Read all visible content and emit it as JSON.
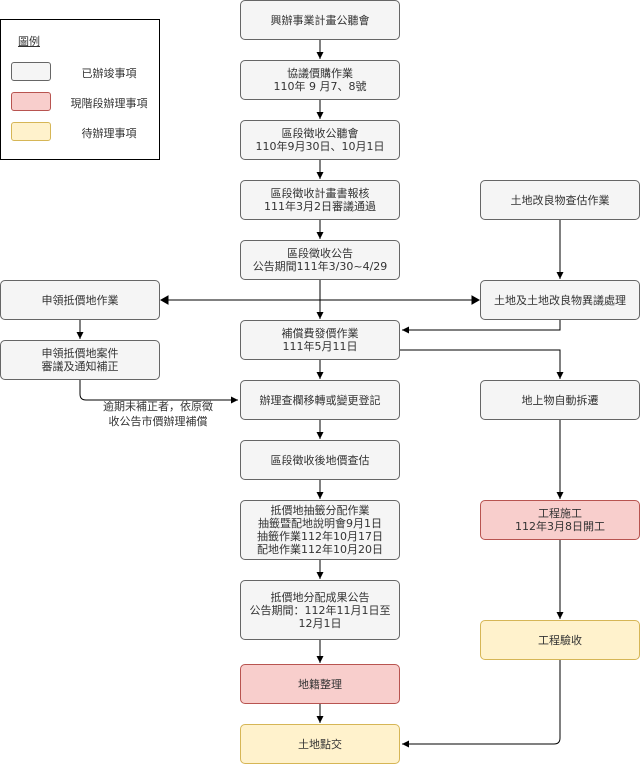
{
  "legend": {
    "title": "圖例",
    "items": [
      {
        "label": "已辦竣事項",
        "color": "#f5f5f5"
      },
      {
        "label": "現階段辦理事項",
        "color": "#f8cecc"
      },
      {
        "label": "待辦理事項",
        "color": "#fff2cc"
      }
    ]
  },
  "nodes": {
    "hearing": {
      "lines": [
        "興辦事業計畫公聽會"
      ],
      "status": "done"
    },
    "negotiation": {
      "lines": [
        "協議價購作業",
        "110年 9 月7、8號"
      ],
      "status": "done"
    },
    "public_hearing": {
      "lines": [
        "區段徵收公聽會",
        "110年9月30日、10月1日"
      ],
      "status": "done"
    },
    "plan_approval": {
      "lines": [
        "區段徵收計畫書報核",
        "111年3月2日審議通過"
      ],
      "status": "done"
    },
    "announcement": {
      "lines": [
        "區段徵收公告",
        "公告期間111年3/30~4/29"
      ],
      "status": "done"
    },
    "land_survey": {
      "lines": [
        "土地改良物查估作業"
      ],
      "status": "done"
    },
    "offset_apply": {
      "lines": [
        "申領抵價地作業"
      ],
      "status": "done"
    },
    "objection": {
      "lines": [
        "土地及土地改良物異議處理"
      ],
      "status": "done"
    },
    "compensation": {
      "lines": [
        "補償費發價作業",
        "111年5月11日"
      ],
      "status": "done"
    },
    "offset_review": {
      "lines": [
        "申領抵價地案件",
        "審議及通知補正"
      ],
      "status": "done"
    },
    "demolition": {
      "lines": [
        "地上物自動拆遷"
      ],
      "status": "done"
    },
    "registration": {
      "lines": [
        "辦理查欄移轉或變更登記"
      ],
      "status": "done"
    },
    "valuation": {
      "lines": [
        "區段徵收後地價查估"
      ],
      "status": "done"
    },
    "allocation": {
      "lines": [
        "抵價地抽籤分配作業",
        "抽籤暨配地說明會9月1日",
        "抽籤作業112年10月17日",
        "配地作業112年10月20日"
      ],
      "status": "done"
    },
    "construction": {
      "lines": [
        "工程施工",
        "112年3月8日開工"
      ],
      "status": "current"
    },
    "allocation_result": {
      "lines": [
        "抵價地分配成果公告",
        "公告期間：112年11月1日至",
        "12月1日"
      ],
      "status": "done"
    },
    "inspection": {
      "lines": [
        "工程驗收"
      ],
      "status": "todo"
    },
    "cadastral": {
      "lines": [
        "地籍整理"
      ],
      "status": "current"
    },
    "handover": {
      "lines": [
        "土地點交"
      ],
      "status": "todo"
    }
  },
  "edge_note": [
    "逾期未補正者，依原徵",
    "收公告市價辦理補償"
  ],
  "colors": {
    "done_fill": "#f5f5f5",
    "done_stroke": "#666666",
    "current_fill": "#f8cecc",
    "current_stroke": "#b85450",
    "todo_fill": "#fff2cc",
    "todo_stroke": "#d6b656",
    "edge": "#000000"
  }
}
